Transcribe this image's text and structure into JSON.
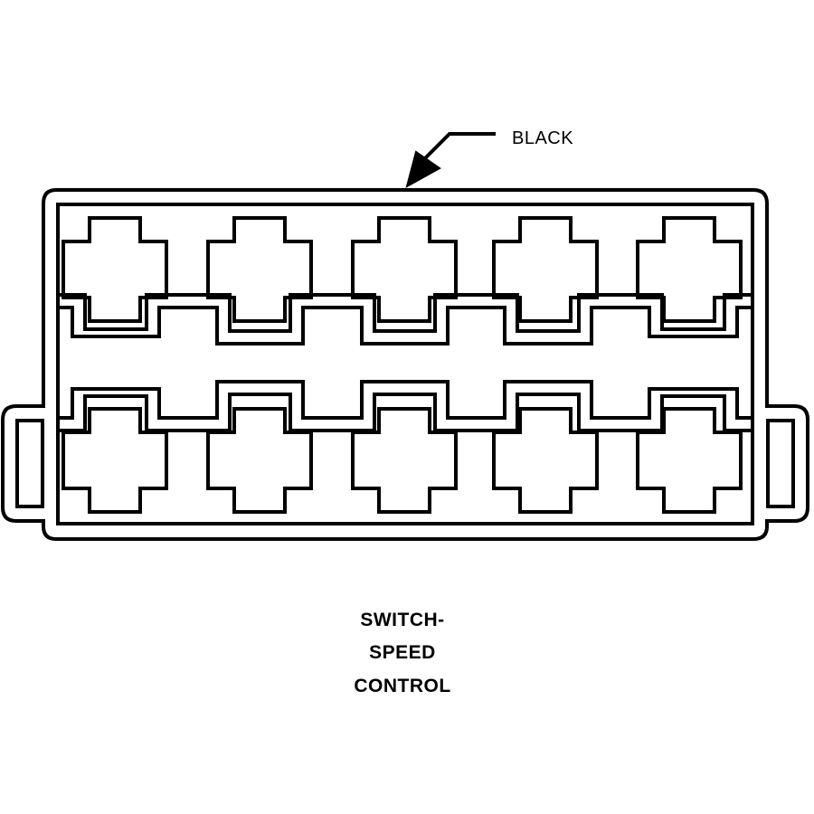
{
  "callout": {
    "label": "BLACK"
  },
  "caption": {
    "line1": "SWITCH-",
    "line2": "SPEED",
    "line3": "CONTROL"
  },
  "connector": {
    "rows": 2,
    "cavities_per_row": 5,
    "color": "#000000"
  }
}
